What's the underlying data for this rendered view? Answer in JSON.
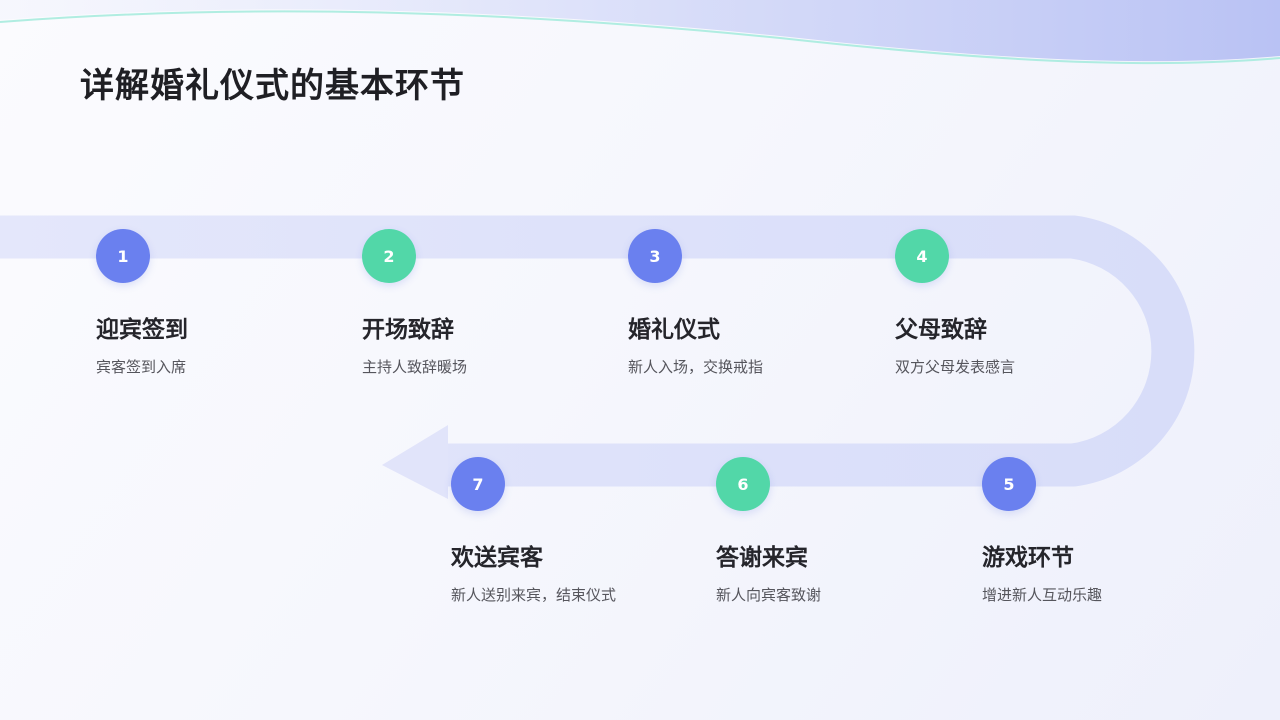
{
  "title": "详解婚礼仪式的基本环节",
  "colors": {
    "blue": "#6a80ef",
    "green": "#52d7a8",
    "track": "#dfe3fa"
  },
  "steps": [
    {
      "number": "1",
      "title": "迎宾签到",
      "desc": "宾客签到入席",
      "color": "blue"
    },
    {
      "number": "2",
      "title": "开场致辞",
      "desc": "主持人致辞暖场",
      "color": "green"
    },
    {
      "number": "3",
      "title": "婚礼仪式",
      "desc": "新人入场，交换戒指",
      "color": "blue"
    },
    {
      "number": "4",
      "title": "父母致辞",
      "desc": "双方父母发表感言",
      "color": "green"
    },
    {
      "number": "5",
      "title": "游戏环节",
      "desc": "增进新人互动乐趣",
      "color": "blue"
    },
    {
      "number": "6",
      "title": "答谢来宾",
      "desc": "新人向宾客致谢",
      "color": "green"
    },
    {
      "number": "7",
      "title": "欢送宾客",
      "desc": "新人送别来宾，结束仪式",
      "color": "blue"
    }
  ]
}
